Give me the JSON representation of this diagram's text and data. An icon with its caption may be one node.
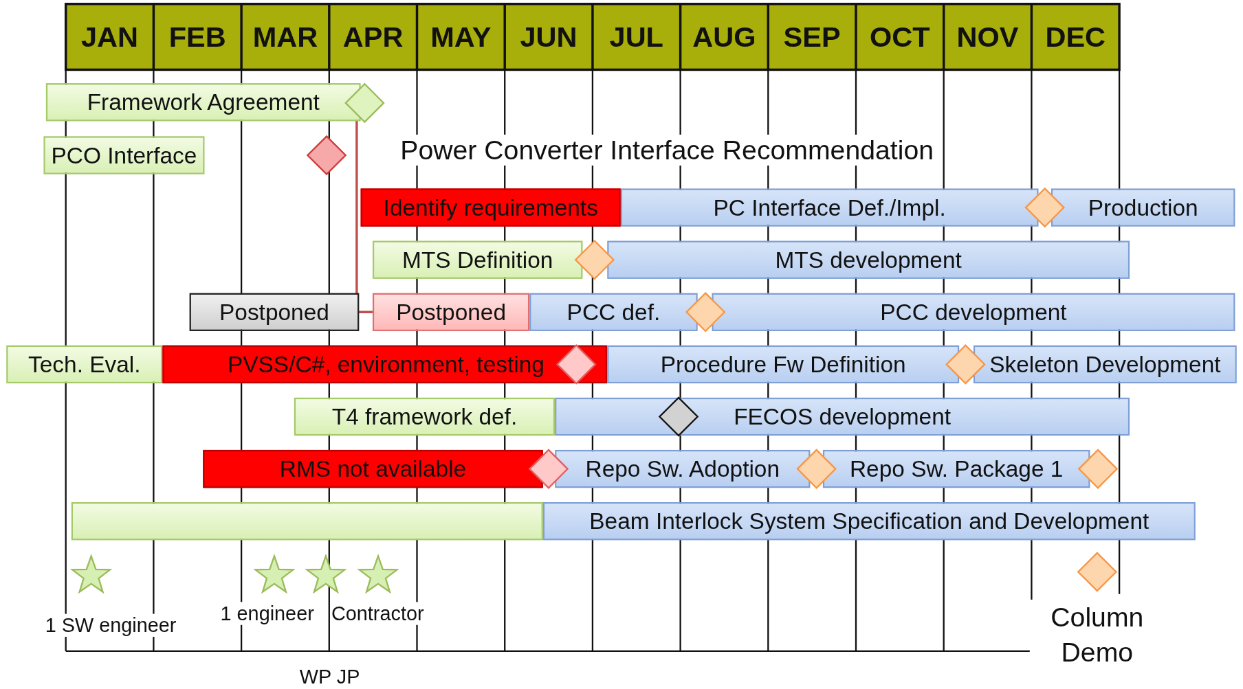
{
  "diagram": {
    "nodes": [
      {
        "text": [
          "Framework Agreement"
        ]
      },
      {
        "text": [],
        "shape": "diamond"
      },
      {
        "text": [
          "PCO Interface"
        ]
      },
      {
        "text": [],
        "shape": "diamond"
      },
      {
        "text": [
          "Identify requirements"
        ]
      },
      {
        "text": [
          "PC Interface Def./Impl."
        ]
      },
      {
        "text": [],
        "shape": "diamond"
      },
      {
        "text": [
          "Production"
        ]
      },
      {
        "text": [
          "MTS Definition"
        ]
      },
      {
        "text": [],
        "shape": "diamond"
      },
      {
        "text": [
          "MTS development"
        ]
      },
      {
        "text": [
          "Postponed"
        ]
      },
      {
        "text": [
          "Postponed"
        ]
      },
      {
        "text": [
          "PCC def."
        ]
      },
      {
        "text": [],
        "shape": "diamond"
      },
      {
        "text": [
          "PCC development"
        ]
      },
      {
        "text": [
          "Tech. Eval."
        ]
      },
      {
        "text": [
          "PVSS/C#, environment, testing"
        ]
      },
      {
        "text": [],
        "shape": "diamond",
        "in": 17
      },
      {
        "text": [
          "Procedure Fw Definition"
        ]
      },
      {
        "text": [],
        "shape": "diamond"
      },
      {
        "text": [
          "Skeleton Development"
        ]
      },
      {
        "text": [
          "T4 framework def."
        ]
      },
      {
        "text": [
          "FECOS development"
        ]
      },
      {
        "text": [],
        "shape": "diamond",
        "in": 23
      },
      {
        "text": [
          "RMS not available"
        ]
      },
      {
        "text": [],
        "shape": "diamond"
      },
      {
        "text": [
          "Repo Sw. Adoption"
        ]
      },
      {
        "text": [],
        "shape": "diamond"
      },
      {
        "text": [
          "Repo Sw. Package 1"
        ]
      },
      {
        "text": [],
        "shape": "diamond"
      },
      {
        "text": [],
        "shape": "bar"
      },
      {
        "text": [
          "Beam Interlock System Specification and Development"
        ]
      },
      {
        "text": [],
        "shape": "star"
      },
      {
        "text": [],
        "shape": "star"
      },
      {
        "text": [],
        "shape": "star"
      },
      {
        "text": [],
        "shape": "star"
      },
      {
        "text": [],
        "shape": "diamond",
        "beside": [
          "Column Demo"
        ]
      }
    ],
    "edges": [
      {
        "from": 1,
        "to": 12,
        "arrow": "none",
        "color": "#c0504d"
      }
    ],
    "labels": [
      "JAN",
      "FEB",
      "MAR",
      "APR",
      "MAY",
      "JUN",
      "JUL",
      "AUG",
      "SEP",
      "OCT",
      "NOV",
      "DEC",
      "Power Converter Interface Recommendation",
      "1 SW engineer",
      "1 engineer",
      "Contractor",
      "WP JP"
    ]
  }
}
